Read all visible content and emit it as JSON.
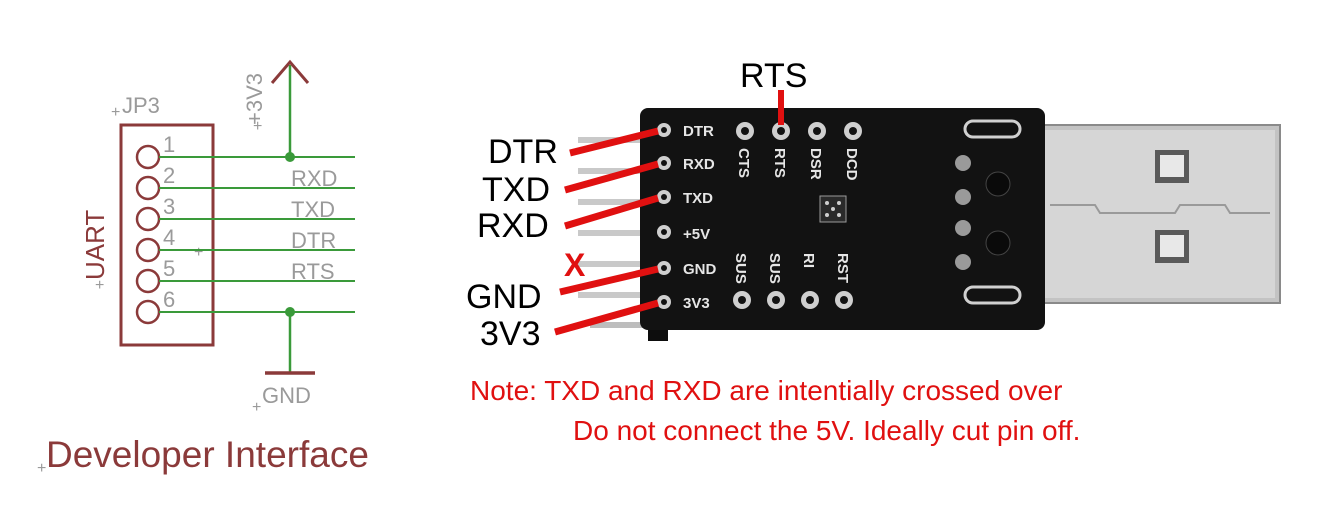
{
  "schematic": {
    "power_label": "+3V3",
    "header_ref": "JP3",
    "header_name": "UART",
    "pin_numbers": [
      "1",
      "2",
      "3",
      "4",
      "5",
      "6"
    ],
    "net_labels": [
      "RXD",
      "TXD",
      "DTR",
      "RTS"
    ],
    "ground_label": "GND",
    "title": "Developer Interface"
  },
  "board": {
    "left_pin_labels": [
      "DTR",
      "RXD",
      "TXD",
      "+5V",
      "GND",
      "3V3"
    ],
    "top_row_labels": [
      "CTS",
      "RTS",
      "DSR",
      "DCD"
    ],
    "bottom_row_labels": [
      "SUS",
      "SUS",
      "RI",
      "RST"
    ]
  },
  "callouts": {
    "rts": "RTS",
    "dtr": "DTR",
    "txd": "TXD",
    "rxd": "RXD",
    "x_mark": "X",
    "gnd": "GND",
    "v33": "3V3"
  },
  "note": {
    "line1": "Note:  TXD and RXD are intentially crossed over",
    "line2": "Do not connect the 5V.  Ideally cut pin off."
  },
  "colors": {
    "schematic_maroon": "#8b3a3a",
    "wire_green": "#3a9a3a",
    "annotation_red": "#e01010",
    "pcb_black": "#121212"
  }
}
